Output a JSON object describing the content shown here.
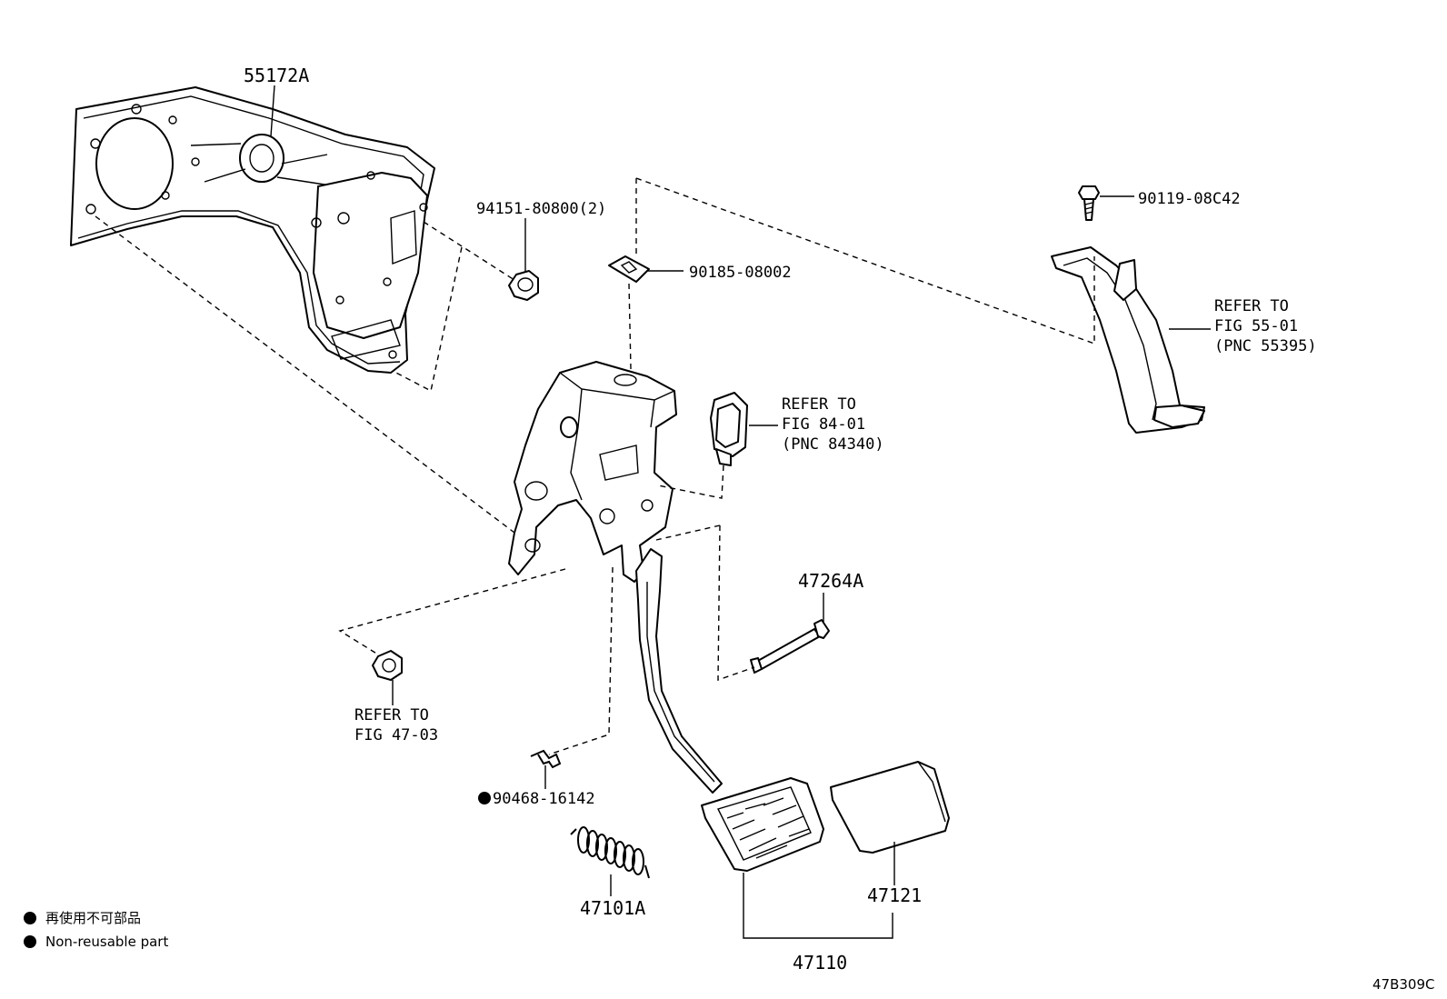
{
  "diagram_id": "47B309C",
  "callouts": {
    "bracket_upper": "55172A",
    "nut_left": "94151-80800(2)",
    "clip_nut": "90185-08002",
    "bolt": "90119-08C42",
    "refer_5501_line1": "REFER TO",
    "refer_5501_line2": "FIG 55-01",
    "refer_5501_line3": "(PNC 55395)",
    "refer_8401_line1": "REFER TO",
    "refer_8401_line2": "FIG 84-01",
    "refer_8401_line3": "(PNC 84340)",
    "pin": "47264A",
    "refer_4703_line1": "REFER TO",
    "refer_4703_line2": "FIG 47-03",
    "clip": "90468-16142",
    "spring": "47101A",
    "pad": "47121",
    "pedal_assy": "47110"
  },
  "legend": {
    "jp": "再使用不可部品",
    "en": "Non-reusable part"
  }
}
